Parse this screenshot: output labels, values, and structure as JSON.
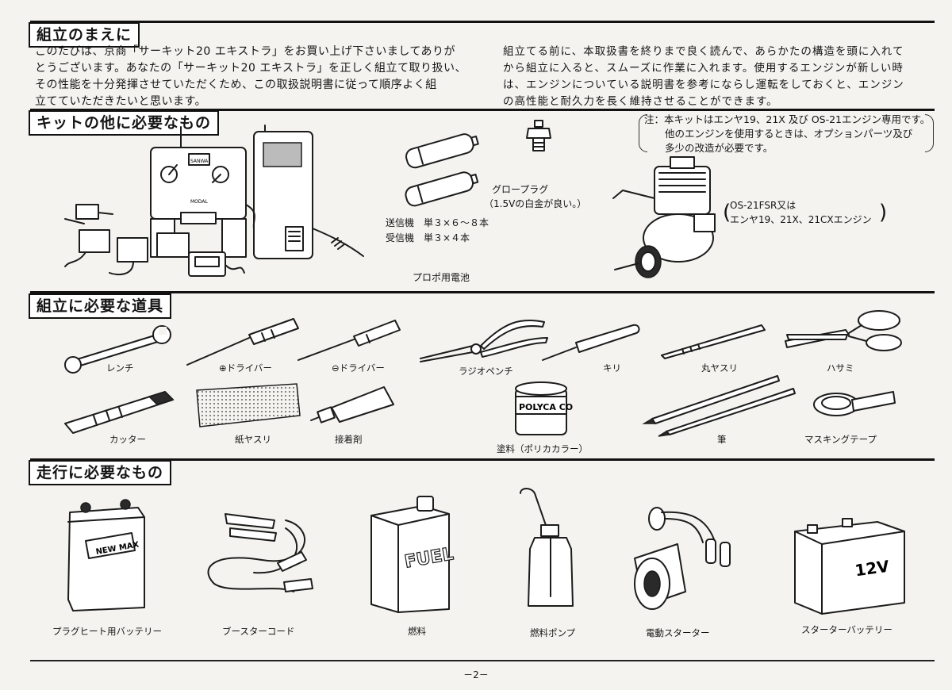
{
  "sections": {
    "s1": {
      "title": "組立のまえに",
      "left_lines": [
        "このたびは、京商「サーキット20 エキストラ」をお買い上げ下さいましてありが",
        "とうございます。あなたの「サーキット20 エキストラ」を正しく組立て取り扱い、",
        "その性能を十分発揮させていただくため、この取扱説明書に従って順序よく組",
        "立てていただきたいと思います。"
      ],
      "right_lines": [
        "組立てる前に、本取扱書を終りまで良く読んで、あらかたの構造を頭に入れて",
        "から組立に入ると、スムーズに作業に入れます。使用するエンジンが新しい時",
        "は、エンジンについている説明書を参考にならし運転をしておくと、エンジン",
        "の高性能と耐久力を長く維持させることができます。"
      ]
    },
    "s2": {
      "title": "キットの他に必要なもの",
      "note_lines": [
        "注：本キットはエンヤ19、21X 及び OS-21エンジン専用です。",
        "他のエンジンを使用するときは、オプションパーツ及び",
        "多少の改造が必要です。"
      ],
      "battery_tx": "送信機　単３×６～８本",
      "battery_rx": "受信機　単３×４本",
      "propo_battery": "プロポ用電池",
      "glow_plug": "グロープラグ",
      "glow_plug_note": "（1.5Vの白金が良い。）",
      "engine_line1": "OS-21FSR又は",
      "engine_line2": "エンヤ19、21X、21CXエンジン",
      "engine_paren_l": "(",
      "engine_paren_r": ")",
      "tx_label1": "SANWA",
      "tx_label2": "MODAL"
    },
    "s3": {
      "title": "組立に必要な道具",
      "tools": {
        "wrench": "レンチ",
        "plus_driver": "⊕ドライバー",
        "minus_driver": "⊖ドライバー",
        "pliers": "ラジオペンチ",
        "awl": "キリ",
        "file": "丸ヤスリ",
        "scissors": "ハサミ",
        "cutter": "カッター",
        "sandpaper": "紙ヤスリ",
        "glue": "接着剤",
        "paint": "塗料（ポリカカラー）",
        "brush": "筆",
        "masking_tape": "マスキングテープ"
      },
      "paint_label": "POLYCA CO"
    },
    "s4": {
      "title": "走行に必要なもの",
      "items": {
        "plug_battery": "プラグヒート用バッテリー",
        "booster": "ブースターコード",
        "fuel": "燃料",
        "fuel_pump": "燃料ポンプ",
        "starter": "電動スターター",
        "starter_battery": "スターターバッテリー"
      },
      "battery_brand": "NEW MAX",
      "fuel_label": "FUEL",
      "volt_label": "12V"
    },
    "page_number": "－2－"
  }
}
